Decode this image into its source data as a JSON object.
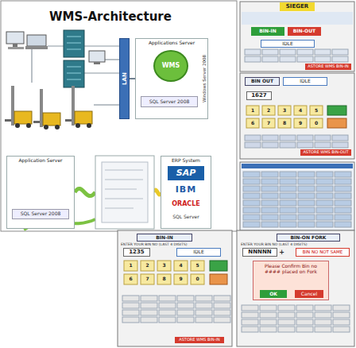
{
  "diagram": {
    "title": "WMS-Architecture",
    "nodes": [
      {
        "text": [
          "LAN"
        ]
      },
      {
        "text": [
          "Applications Server"
        ]
      },
      {
        "text": [
          "WMS"
        ],
        "in": 1
      },
      {
        "text": [
          "SQL Server 2008"
        ],
        "in": 1
      },
      {
        "text": [
          "Application Server"
        ]
      },
      {
        "text": [
          "SQL Server 2008"
        ],
        "in": 4
      },
      {
        "text": [
          "ERP System"
        ]
      },
      {
        "text": [
          "SAP"
        ],
        "in": 6
      },
      {
        "text": [
          "IBM"
        ],
        "in": 6
      },
      {
        "text": [
          "ORACLE"
        ],
        "in": 6
      },
      {
        "text": [
          "SQL Server"
        ],
        "in": 6
      },
      {
        "text": [
          "SIEGER"
        ]
      },
      {
        "text": [
          "BIN-IN"
        ]
      },
      {
        "text": [
          "BIN-OUT"
        ]
      },
      {
        "text": [
          "IDLE"
        ]
      },
      {
        "text": [
          "BIN OUT"
        ]
      },
      {
        "text": [
          "IDLE"
        ]
      },
      {
        "text": [
          "1627"
        ]
      },
      {
        "text": [
          "BIN-IN"
        ]
      },
      {
        "text": [
          "1235"
        ]
      },
      {
        "text": [
          "IDLE"
        ]
      },
      {
        "text": [
          "BIN-ON FORK"
        ]
      },
      {
        "text": [
          "NNNNN"
        ]
      },
      {
        "text": [
          "BIN NO NOT SAME"
        ]
      },
      {
        "text": [
          "Please Confirm Bin no",
          "#### placed on Fork"
        ]
      },
      {
        "text": [
          "OK"
        ],
        "in": 24
      },
      {
        "text": [
          "Cancel"
        ],
        "in": 24
      }
    ],
    "edges": [
      {
        "from": 0,
        "to": 1,
        "arrow": "none"
      }
    ],
    "labels": [
      "Windows Server 2008",
      "1",
      "2",
      "3",
      "4",
      "5",
      "6",
      "7",
      "8",
      "9",
      "0",
      "ASTORE WMS BIN-IN",
      "ASTORE WMS BIN-OUT",
      "ENTER YOUR BIN NO (LAST 4 DIGITS)",
      "1",
      "2",
      "3",
      "4",
      "5",
      "6",
      "7",
      "8",
      "9",
      "0",
      "ASTORE WMS BIN-IN",
      "ENTER YOUR BIN NO (LAST 4 DIGITS)",
      "+"
    ]
  }
}
